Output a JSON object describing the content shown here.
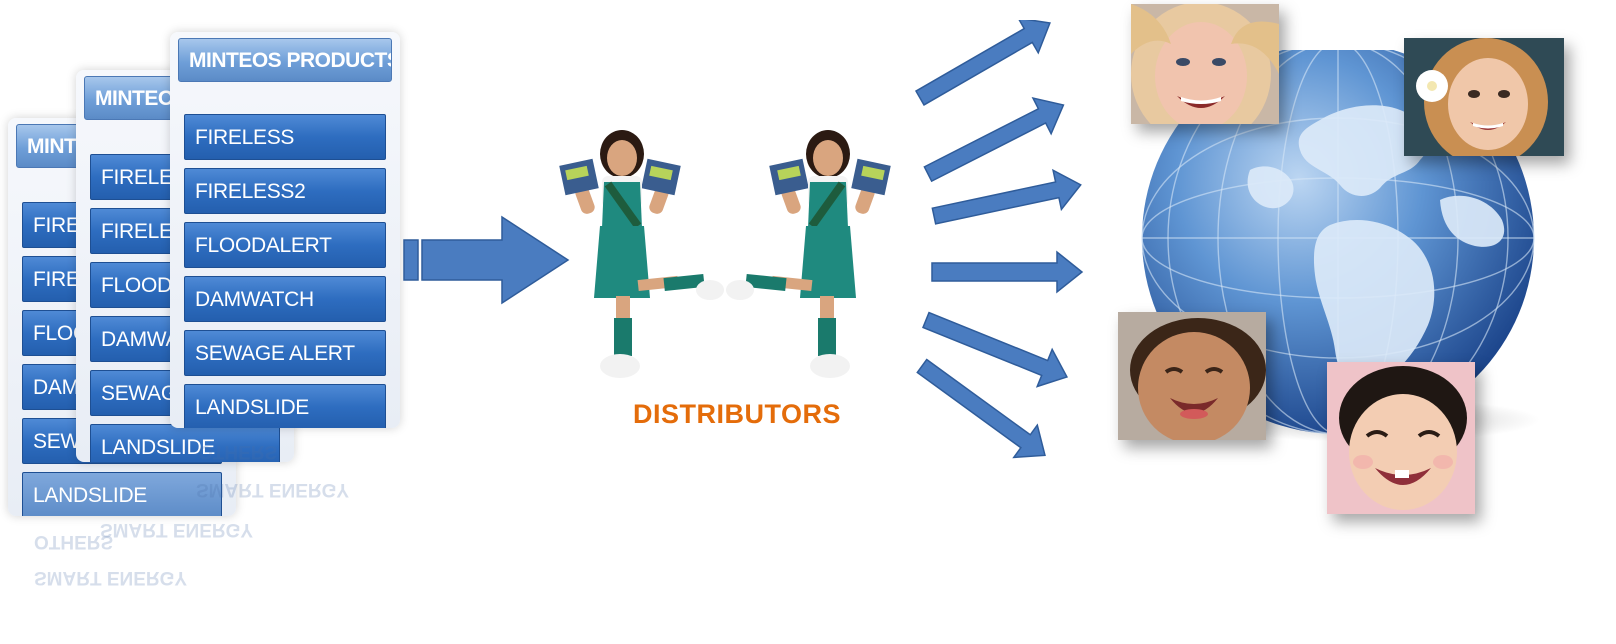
{
  "products_panel": {
    "title": "MINTEOS PRODUCTS",
    "title_partial_middle": "MINTEOS",
    "title_partial_back": "MINT",
    "items": [
      "FIRELESS",
      "FIRELESS2",
      "FLOODALERT",
      "DAMWATCH",
      "SEWAGE ALERT",
      "LANDSLIDE"
    ],
    "items_middle": [
      "FIRELES",
      "FIRELES",
      "FLOODA",
      "DAMWA",
      "SEWAGE",
      "LANDSLIDE"
    ],
    "items_back": [
      "FIRE",
      "FIRE",
      "FLOC",
      "DAM",
      "SEW",
      "LANDSLIDE"
    ],
    "reflected_items": [
      "OTHERS",
      "SMART ENERGY",
      "OTHERS",
      "SMART ENERGY",
      "SMART ENERGY"
    ]
  },
  "distributors": {
    "label": "DISTRIBUTORS"
  },
  "colors": {
    "arrow_blue": "#4a7cc0",
    "arrow_border": "#2f5c9a",
    "label_orange": "#e46c0a",
    "button_blue": "#2e6dc0",
    "header_blue": "#6f9fd8"
  },
  "icons": [
    "right-arrow-icon",
    "distributor-girl-figure",
    "globe-icon",
    "child-face-photo"
  ]
}
